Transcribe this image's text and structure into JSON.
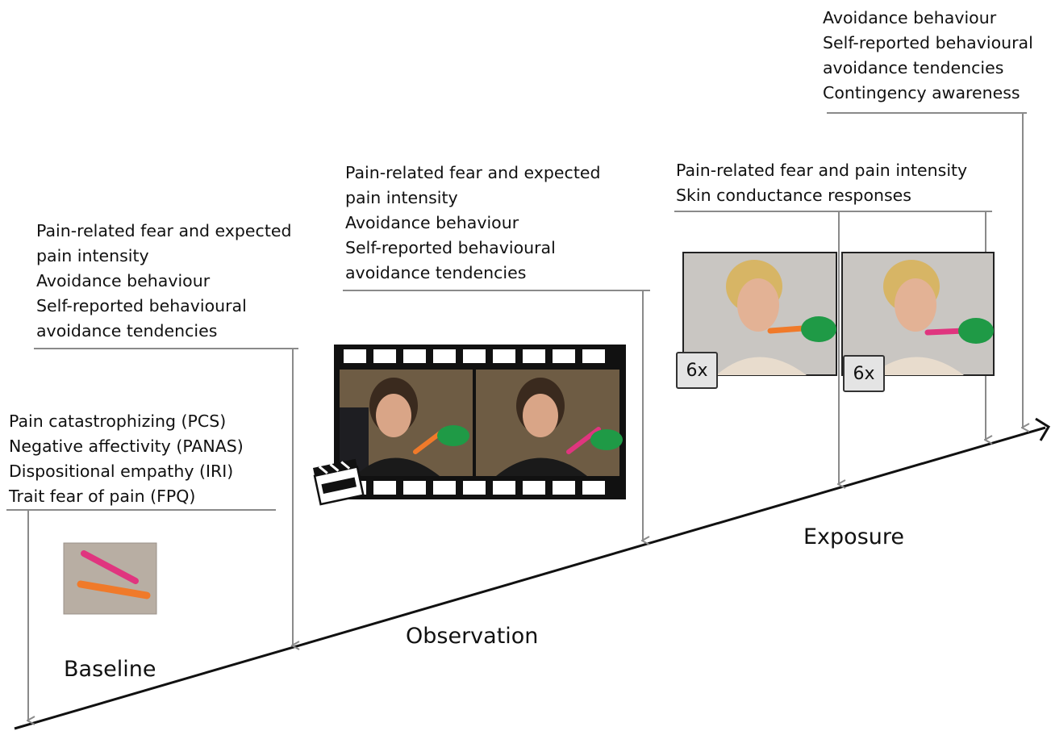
{
  "baseline": {
    "phase_label": "Baseline",
    "measures": [
      "Pain catastrophizing (PCS)",
      "Negative affectivity (PANAS)",
      "Dispositional empathy (IRI)",
      "Trait fear of pain  (FPQ)"
    ],
    "post_measures": [
      "Pain-related fear and expected",
      "pain intensity",
      "Avoidance behaviour",
      "Self-reported behavioural",
      "avoidance tendencies"
    ]
  },
  "observation": {
    "phase_label": "Observation",
    "post_measures": [
      "Pain-related fear and expected",
      "pain intensity",
      "Avoidance behaviour",
      "Self-reported behavioural",
      "avoidance tendencies"
    ]
  },
  "exposure": {
    "phase_label": "Exposure",
    "trial_measures": [
      "Pain-related fear and pain intensity",
      "Skin conductance responses"
    ],
    "post_measures": [
      "Avoidance behaviour",
      "Self-reported behavioural",
      "avoidance tendencies",
      "Contingency awareness"
    ],
    "repeat_badges": [
      "6x",
      "6x"
    ]
  },
  "colors": {
    "stick_orange": "#f07a2a",
    "stick_pink": "#e0357f",
    "glove_green": "#1f9a46",
    "line_grey": "#8a8a8a",
    "timeline_black": "#111111"
  }
}
